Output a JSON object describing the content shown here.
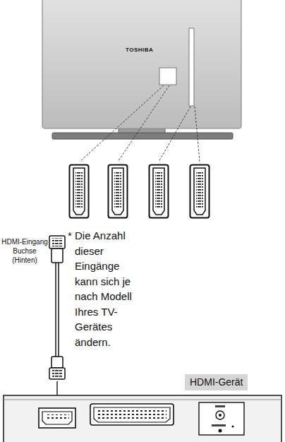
{
  "diagram": {
    "nodes": [
      {
        "text": [
          "TOSHIBA"
        ]
      },
      {
        "text": [
          "HDMI-Gerät"
        ]
      }
    ],
    "labels": [
      "HDMI-Eingang Buchse (Hinten)",
      "* Die Anzahl dieser Eingänge kann sich je nach Modell Ihres TV-Gerätes ändern."
    ]
  }
}
